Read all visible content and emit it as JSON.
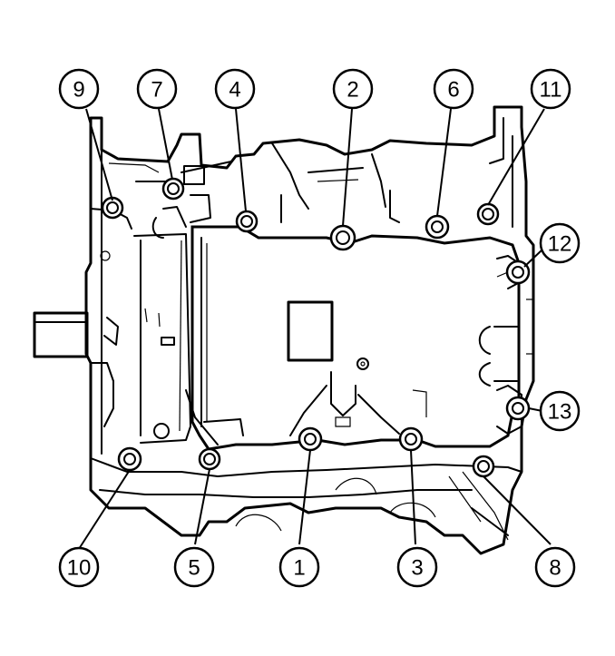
{
  "callouts": [
    {
      "label": "9"
    },
    {
      "label": "7"
    },
    {
      "label": "4"
    },
    {
      "label": "2"
    },
    {
      "label": "6"
    },
    {
      "label": "11"
    },
    {
      "label": "12"
    },
    {
      "label": "13"
    },
    {
      "label": "10"
    },
    {
      "label": "5"
    },
    {
      "label": "1"
    },
    {
      "label": "3"
    },
    {
      "label": "8"
    }
  ]
}
